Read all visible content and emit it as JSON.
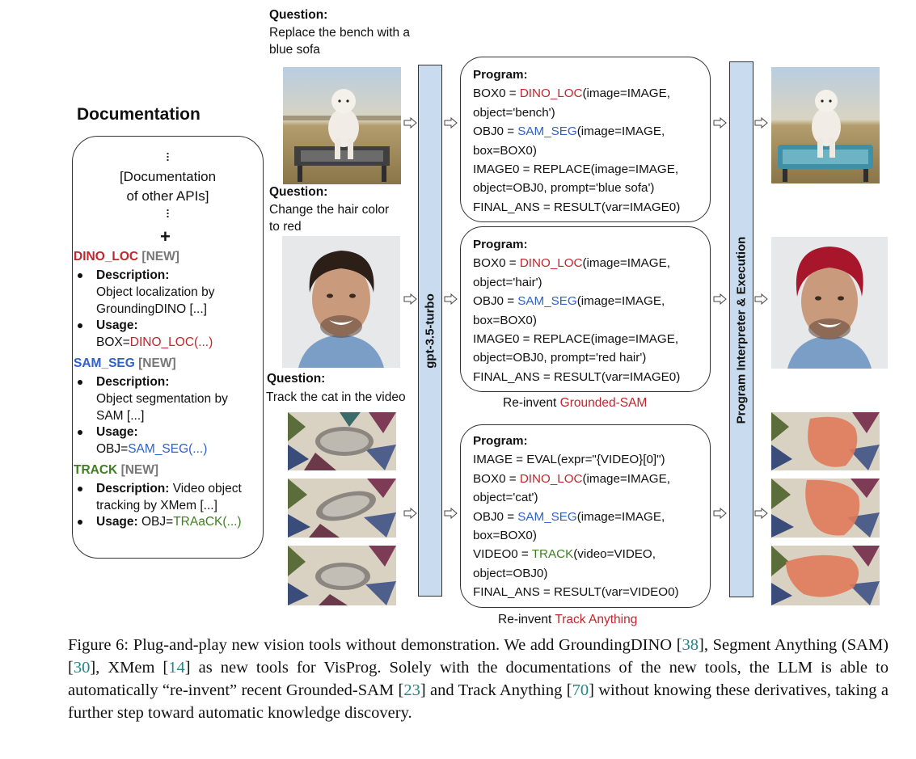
{
  "documentation": {
    "title": "Documentation",
    "other_apis_line1": "[Documentation",
    "other_apis_line2": "of other APIs]",
    "plus": "+",
    "apis": [
      {
        "name": "DINO_LOC",
        "new_tag": "[NEW]",
        "description_label": "Description:",
        "description_line1": "Object localization by",
        "description_line2": "GroundingDINO [...]",
        "usage_label": "Usage:",
        "usage_prefix": "BOX=",
        "usage_call": "DINO_LOC(...)"
      },
      {
        "name": "SAM_SEG",
        "new_tag": "[NEW]",
        "description_label": "Description:",
        "description_line1": "Object segmentation by",
        "description_line2": "SAM [...]",
        "usage_label": "Usage:",
        "usage_prefix": "OBJ=",
        "usage_call": "SAM_SEG(...)"
      },
      {
        "name": "TRACK",
        "new_tag": "[NEW]",
        "description_label": "Description:",
        "description_inline": "Video object",
        "description_line2": "tracking by XMem [...]",
        "usage_label": "Usage:",
        "usage_prefix": "OBJ=",
        "usage_call": "TRAaCK(...)"
      }
    ]
  },
  "questions": [
    {
      "label": "Question:",
      "line1": "Replace the bench with a",
      "line2": "blue sofa"
    },
    {
      "label": "Question:",
      "line1": "Change the hair color",
      "line2": "to red"
    },
    {
      "label": "Question:",
      "line1": "Track the cat in the video"
    }
  ],
  "llm_label": "gpt-3.5-turbo",
  "executor_label": "Program Interpreter &  Execution",
  "programs": [
    {
      "title": "Program:",
      "l1_pre": "BOX0 = ",
      "l1_fn": "DINO_LOC",
      "l1_post": "(image=IMAGE,",
      "l2": "object='bench')",
      "l3_pre": "OBJ0 = ",
      "l3_fn": "SAM_SEG",
      "l3_post": "(image=IMAGE,",
      "l4": "box=BOX0)",
      "l5": "IMAGE0 = REPLACE(image=IMAGE,",
      "l6": "object=OBJ0, prompt='blue sofa')",
      "l7": "FINAL_ANS = RESULT(var=IMAGE0)"
    },
    {
      "title": "Program:",
      "l1_pre": "BOX0 = ",
      "l1_fn": "DINO_LOC",
      "l1_post": "(image=IMAGE,",
      "l2": "object='hair')",
      "l3_pre": "OBJ0 = ",
      "l3_fn": "SAM_SEG",
      "l3_post": "(image=IMAGE,",
      "l4": "box=BOX0)",
      "l5": "IMAGE0 = REPLACE(image=IMAGE,",
      "l6": "object=OBJ0, prompt='red hair')",
      "l7": "FINAL_ANS = RESULT(var=IMAGE0)"
    },
    {
      "title": "Program:",
      "l0": "IMAGE = EVAL(expr=\"{VIDEO}[0]\")",
      "l1_pre": "BOX0 = ",
      "l1_fn": "DINO_LOC",
      "l1_post": "(image=IMAGE,",
      "l2": "object='cat')",
      "l3_pre": "OBJ0 = ",
      "l3_fn": "SAM_SEG",
      "l3_post": "(image=IMAGE,",
      "l4": "box=BOX0)",
      "l5_pre": "VIDEO0 = ",
      "l5_fn": "TRACK",
      "l5_post": "(video=VIDEO,",
      "l6": "object=OBJ0)",
      "l7": "FINAL_ANS = RESULT(var=VIDEO0)"
    }
  ],
  "reinvent": [
    {
      "prefix": "Re-invent ",
      "name": "Grounded-SAM"
    },
    {
      "prefix": "Re-invent ",
      "name": "Track Anything"
    }
  ],
  "caption": {
    "t1": "Figure 6: Plug-and-play new vision tools without demonstration. We add GroundingDINO [",
    "r1": "38",
    "t2": "], Segment Anything (SAM) [",
    "r2": "30",
    "t3": "], XMem [",
    "r3": "14",
    "t4": "] as new tools for VisProg. Solely with the documentations of the new tools, the LLM is able to automatically “re-invent” recent Grounded-SAM [",
    "r4": "23",
    "t5": "] and Track Anything [",
    "r5": "70",
    "t6": "] without knowing these derivatives, taking a further step toward automatic knowledge discovery."
  },
  "colors": {
    "red": "#c0262d",
    "blue": "#2f62c8",
    "green": "#3f7f22",
    "bar_fill": "#c9dcef",
    "ref_teal": "#1d8a88"
  }
}
